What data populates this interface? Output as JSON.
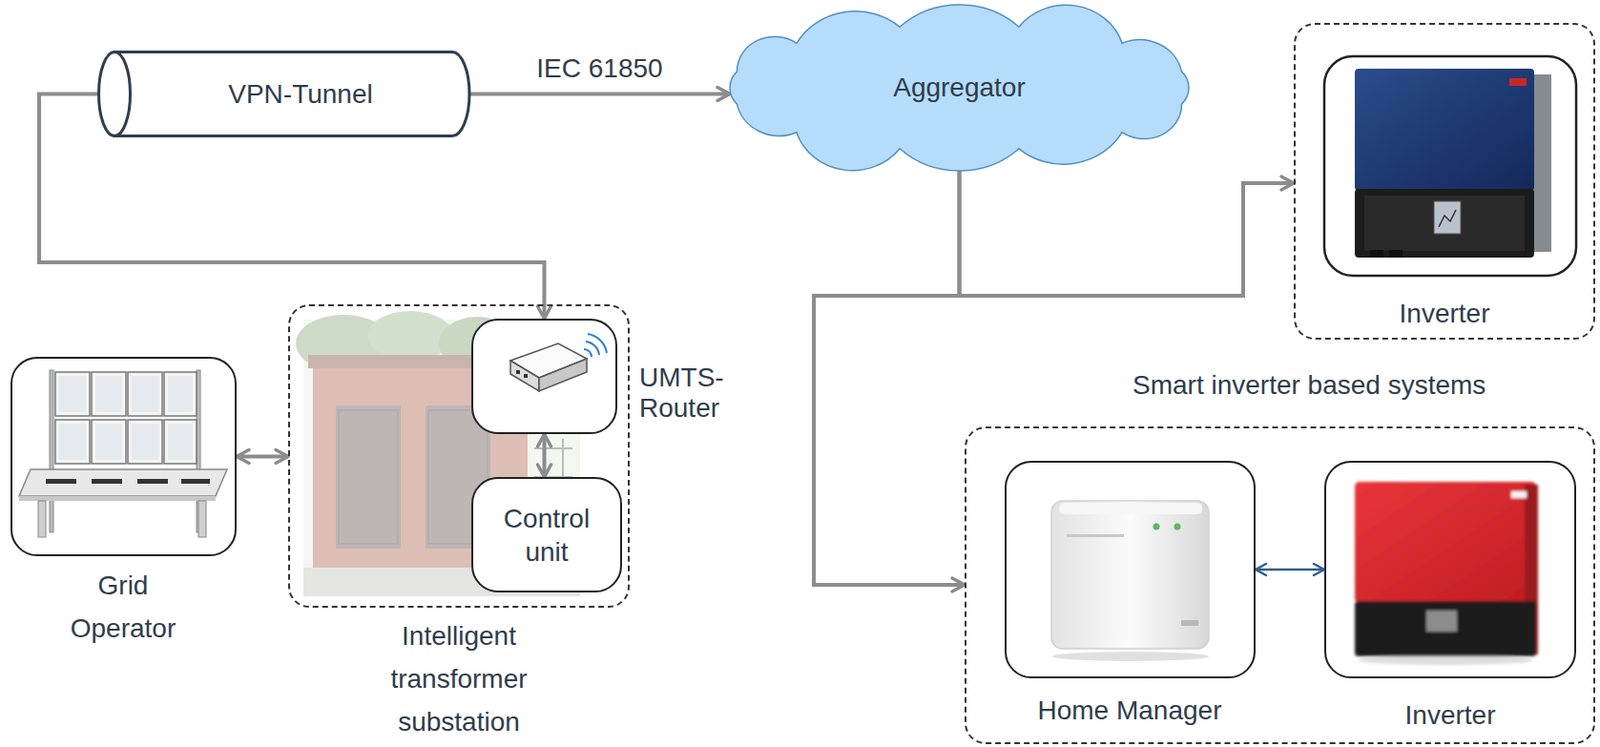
{
  "diagram": {
    "nodes": [
      {
        "text": [
          "VPN-Tunnel"
        ]
      },
      {
        "text": [
          "Aggregator"
        ]
      },
      {
        "text": [
          "Inverter"
        ]
      },
      {
        "text": [
          "Grid Operator"
        ]
      },
      {
        "text": [
          "Intelligent transformer substation"
        ]
      },
      {
        "text": [
          "UMTS- Router"
        ],
        "in": 4
      },
      {
        "text": [
          "Control unit"
        ],
        "in": 4
      },
      {
        "text": [
          "Smart inverter based systems"
        ]
      },
      {
        "text": [
          "Home Manager"
        ],
        "in": 7
      },
      {
        "text": [
          "Inverter"
        ],
        "in": 7
      }
    ],
    "edges": [
      {
        "from": 0,
        "to": 1,
        "label": "IEC 61850",
        "arrow": "to"
      },
      {
        "from": 0,
        "to": 5,
        "arrow": "to"
      },
      {
        "from": 1,
        "to": 2,
        "arrow": "to"
      },
      {
        "from": 1,
        "to": 7,
        "arrow": "to"
      },
      {
        "from": 3,
        "to": 4,
        "arrow": "both"
      },
      {
        "from": 5,
        "to": 6,
        "arrow": "both"
      },
      {
        "from": 8,
        "to": 9,
        "arrow": "both"
      }
    ]
  }
}
